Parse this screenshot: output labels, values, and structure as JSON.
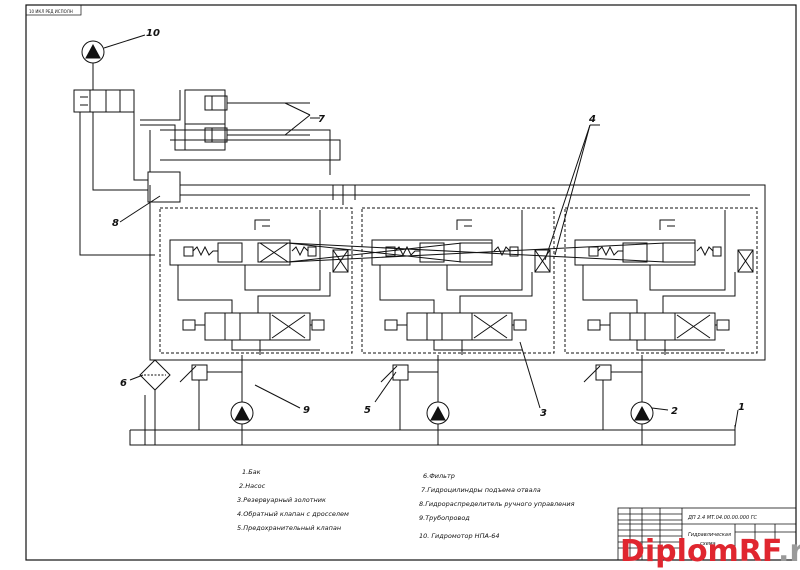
{
  "stamp_top": "10 ИКЛ РЕД ИСПОЛН",
  "legend": [
    "1.Бак",
    "2.Насос",
    "3.Резервуарный золотник",
    "4.Обратный клапан с дросселем",
    "5.Предохранительный клапан",
    "6.Фильтр",
    "7.Гидроцилиндры подъема отвала",
    "8.Гидрораспределитель ручного управления",
    "9.Трубопровод",
    "10. Гидромотор НПА-64"
  ],
  "callouts": [
    "1",
    "2",
    "3",
    "4",
    "5",
    "6",
    "7",
    "8",
    "9",
    "10"
  ],
  "title_block": {
    "code": "ДП 2.4 МТ.04.00.00.000 ГС",
    "name_line1": "Гидравлическая",
    "name_line2": "схема"
  },
  "watermark": {
    "part1": "Diplom",
    "part2": "RF",
    "part3": ".ru"
  },
  "colors": {
    "line": "#111111",
    "watermark_red": "#e0262f",
    "watermark_gray": "#9a9a9a"
  }
}
